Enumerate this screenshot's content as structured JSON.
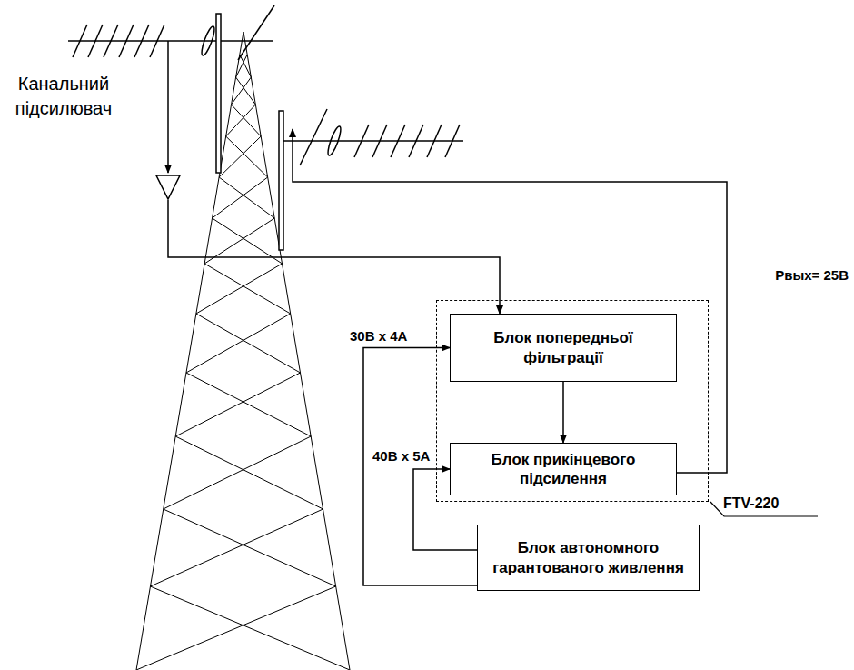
{
  "diagram": {
    "nodes": [
      {
        "text": [
          "Канальний підсилювач"
        ]
      },
      {
        "text": [
          "FTV-220"
        ]
      },
      {
        "text": [
          "Блок попередньої фільтрації"
        ],
        "in": 1
      },
      {
        "text": [
          "Блок прикінцевого підсилення"
        ],
        "in": 1
      },
      {
        "text": [
          "Блок автономного гарантованого живлення"
        ]
      }
    ],
    "edges": [
      {
        "from": 0,
        "to": 2,
        "arrow": "to"
      },
      {
        "from": 2,
        "to": 3,
        "arrow": "to"
      },
      {
        "from": 4,
        "to": 2,
        "arrow": "to",
        "label": "30В x 4А"
      },
      {
        "from": 4,
        "to": 3,
        "arrow": "to",
        "label": "40В x 5А"
      }
    ],
    "labels": [
      "Рвых= 25В"
    ]
  }
}
